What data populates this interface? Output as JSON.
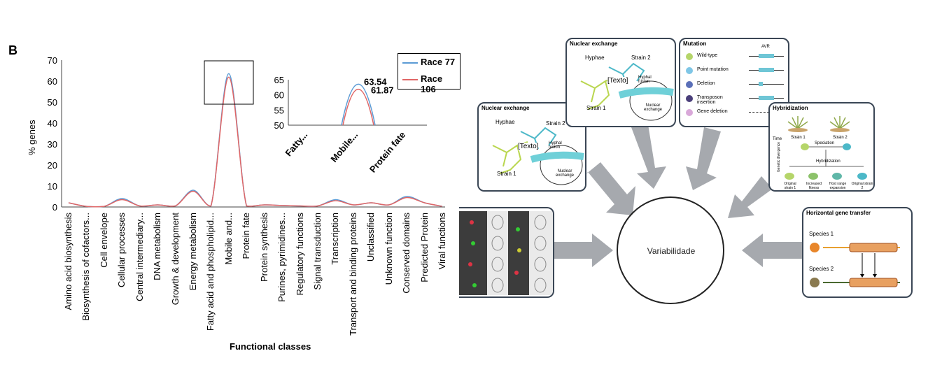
{
  "chart_data": {
    "type": "line",
    "panel_letter": "B",
    "ylabel": "% genes",
    "xlabel": "Functional classes",
    "ylim": [
      0,
      70
    ],
    "yticks": [
      0,
      10,
      20,
      30,
      40,
      50,
      60,
      70
    ],
    "categories": [
      "Amino acid biosynthesis",
      "Biosynthesis of cofactors...",
      "Cell envelope",
      "Cellular processes",
      "Central intermediary...",
      "DNA metabolism",
      "Growth & development",
      "Energy metabolism",
      "Fatty acid and phospholipid...",
      "Mobile and...",
      "Protein fate",
      "Protein synthesis",
      "Purines, pyrimidines...",
      "Regulatory functions",
      "Signal transduction",
      "Transcription",
      "Transport and binding proteins",
      "Unclassified",
      "Unknown function",
      "Conserved domains",
      "Predicted Protein",
      "Viral functions"
    ],
    "series": [
      {
        "name": "Race 77",
        "color": "#5b9bd5",
        "values": [
          2,
          0.3,
          0.3,
          4,
          0.5,
          1,
          0.5,
          8,
          0.5,
          63.54,
          0.5,
          1,
          0.7,
          0.5,
          0.5,
          3.5,
          1,
          2,
          1,
          5,
          2,
          0.3
        ]
      },
      {
        "name": "Race 106",
        "color": "#e06666",
        "values": [
          2,
          0.3,
          0.3,
          3.5,
          0.5,
          1,
          0.5,
          7.5,
          0.5,
          61.87,
          0.5,
          1,
          0.7,
          0.5,
          0.5,
          3,
          1,
          2,
          1,
          4.5,
          2,
          0.3
        ]
      }
    ],
    "legend_position": "top-right",
    "inset": {
      "ylim": [
        50,
        65
      ],
      "yticks": [
        50,
        55,
        60,
        65
      ],
      "categories": [
        "Fatty...",
        "Mobile...",
        "Protein fate"
      ],
      "labels": [
        "63.54",
        "61.87"
      ]
    }
  },
  "diagram": {
    "center_label": "Variabilidade",
    "nuclear_left": {
      "title": "Nuclear exchange",
      "hyphae": "Hyphae",
      "strain1": "Strain 1",
      "strain2": "Strain 2",
      "fusion": "Hyphal fusion",
      "nuclear": "Nuclear exchange",
      "placeholder": "[Texto]"
    },
    "nuclear_top": {
      "title": "Nuclear exchange",
      "hyphae": "Hyphae",
      "strain1": "Strain 1",
      "strain2": "Strain 2",
      "fusion": "Hyphal fusion",
      "nuclear": "Nuclear exchange",
      "placeholder": "[Texto]"
    },
    "mutation": {
      "title": "Mutation",
      "avr": "AVR",
      "items": [
        "Wild-type",
        "Point mutation",
        "Deletion",
        "Transposon insertion",
        "Gene deletion"
      ],
      "colors": [
        "#b5d56a",
        "#7fc6e6",
        "#5a6fb8",
        "#4a3f7a",
        "#d9a8d9"
      ]
    },
    "hybridization": {
      "title": "Hybridization",
      "time": "Time",
      "strain1": "Strain 1",
      "strain2": "Strain 2",
      "speciation": "Speciation",
      "hybridization": "Hybridization",
      "genetic": "Genetic divergence",
      "outcomes": [
        "Original strain 1",
        "Increased fitness",
        "Host range expansion",
        "Original strain 2"
      ]
    },
    "hgt": {
      "title": "Horizontal gene transfer",
      "species1": "Species 1",
      "species2": "Species 2"
    }
  }
}
